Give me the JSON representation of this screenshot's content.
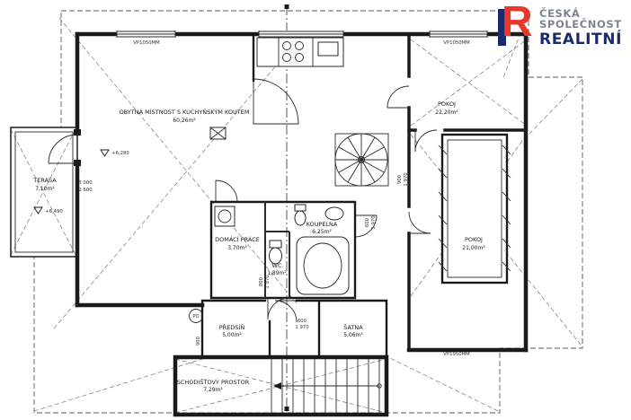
{
  "colors": {
    "brand_blue": "#1b2a6b",
    "brand_red": "#e8372c",
    "line": "#1a1a1a",
    "paper": "#ffffff"
  },
  "logo": {
    "letter": "R",
    "line1": "ČESKÁ",
    "line2": "SPOLEČNOST",
    "line3": "REALITNÍ"
  },
  "plan": {
    "rooms": [
      {
        "name": "OBYTNÁ MÍSTNOST S KUCHYŇSKÝM KOUTEM",
        "area": "60,26m²"
      },
      {
        "name": "POKOJ",
        "area": "22,20m²"
      },
      {
        "name": "TERASA",
        "area": "7,10m²"
      },
      {
        "name": "DOMÁCÍ PRÁCE",
        "area": "3,70m²"
      },
      {
        "name": "WC",
        "area": "1,89m²"
      },
      {
        "name": "KOUPELNA",
        "area": "6,25m²"
      },
      {
        "name": "POKOJ",
        "area": "21,00m²"
      },
      {
        "name": "PŘEDSÍŇ",
        "area": "5,00m²"
      },
      {
        "name": "ŠATNA",
        "area": "5,06m²"
      },
      {
        "name": "SCHODIŠŤOVÝ PROSTOR",
        "area": "7,29m²"
      }
    ],
    "annotations": {
      "vp": "VP1050MM",
      "level_a": "+6,280",
      "level_b": "+6,490",
      "dim_a": "3 000",
      "dim_b": "2 600",
      "door_600": "600",
      "door_800": "800",
      "door_900": "900",
      "door_h": "1 970",
      "po": "PO"
    }
  }
}
